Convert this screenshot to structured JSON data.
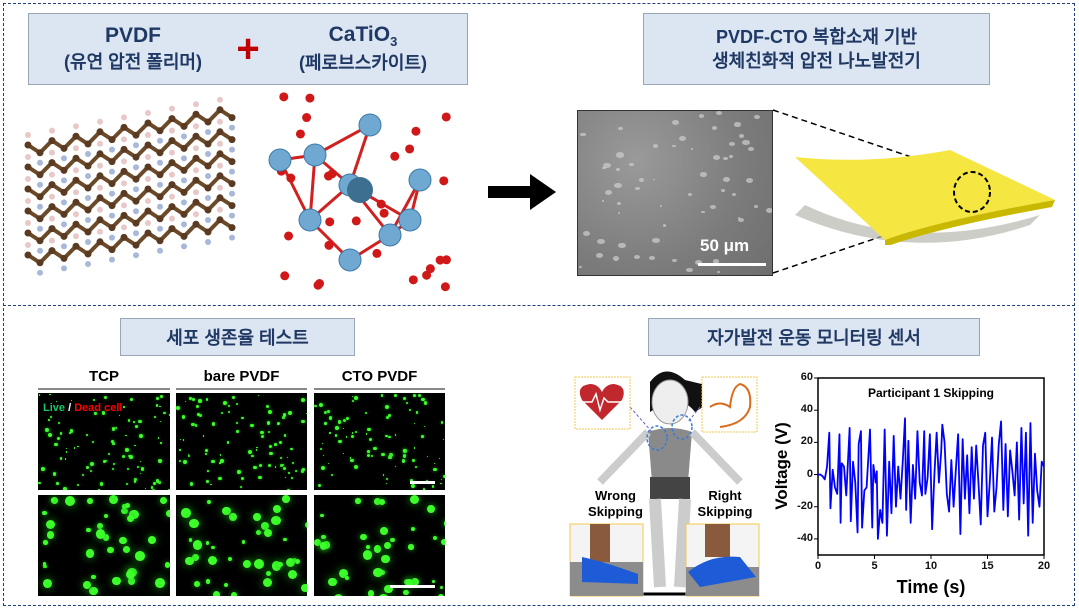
{
  "top_left": {
    "pvdf_title": "PVDF",
    "pvdf_subtitle": "(유연 압전 폴리머)",
    "plus": "+",
    "cto_title": "CaTiO",
    "cto_subscript": "3",
    "cto_subtitle": "(페로브스카이트)"
  },
  "top_right": {
    "line1": "PVDF-CTO 복합소재 기반",
    "line2": "생체친화적 압전 나노발전기",
    "scale_bar": "50 μm"
  },
  "bottom_left": {
    "title": "세포 생존율 테스트",
    "columns": [
      "TCP",
      "bare PVDF",
      "CTO PVDF"
    ],
    "legend_live": "Live",
    "legend_sep": " / ",
    "legend_dead": "Dead cell"
  },
  "bottom_right": {
    "title": "자가발전 운동 모니터링 센서",
    "wrong_label_1": "Wrong",
    "wrong_label_2": "Skipping",
    "right_label_1": "Right",
    "right_label_2": "Skipping"
  },
  "colors": {
    "title_box": "#dce6f2",
    "title_text": "#1f3864",
    "plus": "#c00000",
    "series": "#0000ff",
    "film": "#f5e642"
  },
  "chart_data": {
    "type": "line",
    "title": "Participant 1 Skipping",
    "xlabel": "Time (s)",
    "ylabel": "Voltage (V)",
    "xlim": [
      0,
      20
    ],
    "ylim": [
      -50,
      60
    ],
    "xticks": [
      0,
      5,
      10,
      15,
      20
    ],
    "yticks": [
      60,
      40,
      20,
      0,
      -20,
      -40
    ],
    "grid": false,
    "series": [
      {
        "name": "Participant 1 Skipping",
        "x": [
          0,
          0.2,
          0.4,
          0.6,
          0.8,
          1.0,
          1.1,
          1.3,
          1.5,
          1.7,
          1.9,
          2.0,
          2.1,
          2.3,
          2.5,
          2.8,
          2.9,
          3.1,
          3.3,
          3.5,
          3.6,
          3.8,
          3.9,
          4.1,
          4.3,
          4.6,
          4.8,
          4.9,
          5.1,
          5.2,
          5.3,
          5.5,
          5.7,
          5.9,
          6.1,
          6.3,
          6.5,
          6.7,
          6.9,
          7.1,
          7.3,
          7.5,
          7.7,
          7.8,
          8.0,
          8.2,
          8.4,
          8.6,
          8.8,
          9.0,
          9.2,
          9.4,
          9.5,
          9.7,
          9.9,
          10.1,
          10.3,
          10.5,
          10.7,
          10.9,
          11.0,
          11.2,
          11.4,
          11.6,
          11.8,
          12.0,
          12.2,
          12.4,
          12.6,
          12.8,
          13.0,
          13.2,
          13.4,
          13.6,
          13.8,
          14.0,
          14.2,
          14.4,
          14.6,
          14.8,
          15.0,
          15.2,
          15.4,
          15.6,
          15.8,
          16.0,
          16.2,
          16.4,
          16.6,
          16.8,
          17.0,
          17.2,
          17.4,
          17.6,
          17.8,
          18.0,
          18.2,
          18.4,
          18.6,
          18.8,
          19.0,
          19.2,
          19.4,
          19.6,
          19.8,
          20.0
        ],
        "y": [
          0,
          0,
          -1,
          -3,
          5,
          26,
          -21,
          3,
          -8,
          -12,
          25,
          -30,
          7,
          5,
          -13,
          29,
          -29,
          8,
          -5,
          -36,
          19,
          27,
          -33,
          -10,
          -8,
          28,
          -33,
          6,
          -5,
          2,
          -40,
          -22,
          -30,
          28,
          -38,
          8,
          -24,
          24,
          -20,
          5,
          -15,
          8,
          35,
          -22,
          21,
          -30,
          6,
          -15,
          27,
          -5,
          -13,
          27,
          -12,
          -2,
          25,
          -34,
          0,
          26,
          -5,
          14,
          31,
          20,
          -12,
          -23,
          9,
          -20,
          3,
          25,
          -37,
          22,
          -15,
          12,
          -24,
          17,
          -15,
          18,
          -5,
          -31,
          18,
          26,
          -26,
          -5,
          23,
          -23,
          -8,
          19,
          33,
          -22,
          19,
          -26,
          15,
          2,
          -13,
          20,
          -28,
          29,
          -18,
          26,
          -38,
          32,
          -30,
          13,
          -10,
          -20,
          8,
          5
        ]
      }
    ]
  }
}
